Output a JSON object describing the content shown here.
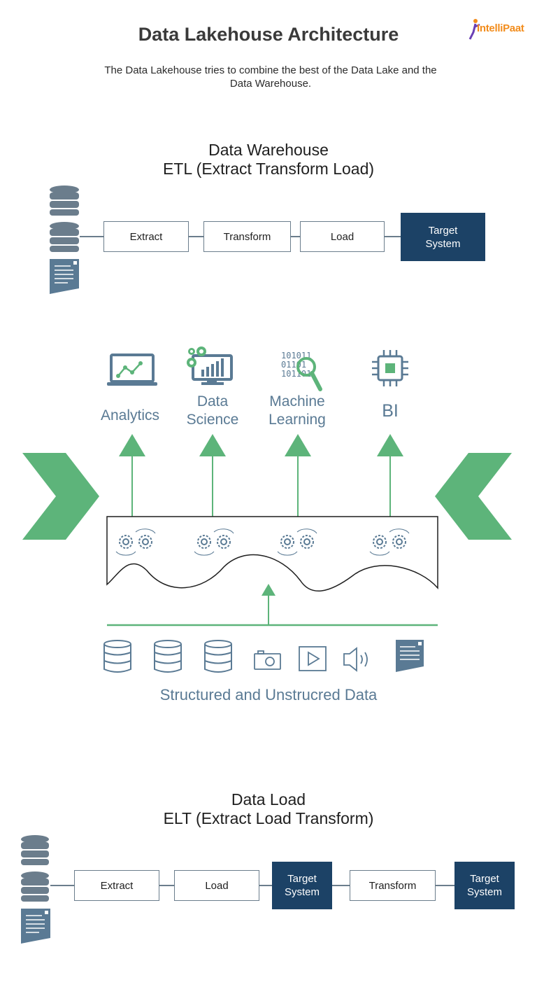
{
  "header": {
    "title": "Data Lakehouse Architecture",
    "subtitle": "The Data Lakehouse tries to combine the best of the Data Lake and the Data Warehouse.",
    "logo_text": "IntelliPaat"
  },
  "etl": {
    "heading_line1": "Data Warehouse",
    "heading_line2": "ETL (Extract Transform Load)",
    "steps": [
      "Extract",
      "Transform",
      "Load"
    ],
    "target_line1": "Target",
    "target_line2": "System"
  },
  "lakehouse": {
    "uses": [
      {
        "line1": "Analytics",
        "line2": ""
      },
      {
        "line1": "Data",
        "line2": "Science"
      },
      {
        "line1": "Machine",
        "line2": "Learning"
      },
      {
        "line1": "BI",
        "line2": ""
      }
    ],
    "ml_icon_digits": [
      "101011",
      "01101",
      "101101"
    ],
    "data_label": "Structured and Unstrucred Data"
  },
  "elt": {
    "heading_line1": "Data Load",
    "heading_line2": "ELT (Extract Load Transform)",
    "steps": [
      "Extract",
      "Load"
    ],
    "target1_line1": "Target",
    "target1_line2": "System",
    "transform": "Transform",
    "target2_line1": "Target",
    "target2_line2": "System"
  },
  "colors": {
    "accent_green": "#5db47a",
    "navy": "#1c4266",
    "slate": "#5a7a94",
    "icon_gray": "#6b7d8c"
  }
}
